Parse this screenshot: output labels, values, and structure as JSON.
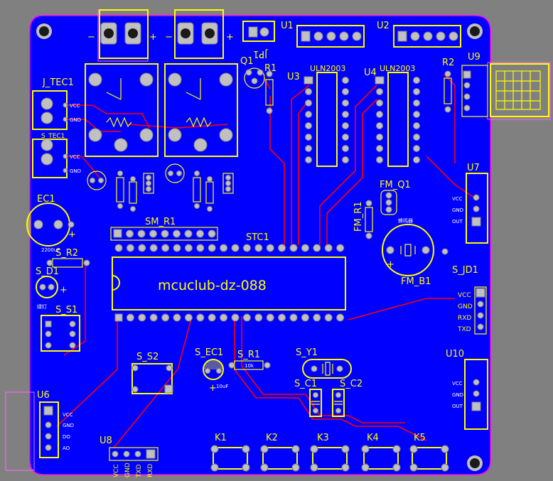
{
  "board": {
    "title": "mcuclub-dz-088",
    "colors": {
      "background": "#808080",
      "board_copper": "#0000ff",
      "silkscreen": "#ffff00",
      "trace": "#ff0000",
      "outline": "#ff00ff",
      "pad": "#c0c0c0"
    }
  },
  "labels": {
    "j_tec1": "J_TEC1",
    "s_tec1": "S_TEC1",
    "ec1": "EC1",
    "ec1_value": "2200uF",
    "s_r2": "S_R2",
    "s_d1": "S_D1",
    "s_d1_note": "绿灯",
    "s_s1": "S_S1",
    "u6": "U6",
    "u8": "U8",
    "u8_pins": [
      "VCC",
      "GND",
      "TXD",
      "RXD"
    ],
    "u6_pins": [
      "VCC",
      "GND",
      "DO",
      "AO"
    ],
    "sm_r1": "SM_R1",
    "stc1": "STC1",
    "q1": "Q1",
    "r1": "R1",
    "u1": "U1",
    "u2": "U2",
    "u3": "U3",
    "u4": "U4",
    "uln_a": "ULN2003",
    "uln_b": "ULN2003",
    "jp1": "JP1",
    "r2": "R2",
    "u9": "U9",
    "u7": "U7",
    "u7_pins": [
      "VCC",
      "GND",
      "OUT"
    ],
    "fm_q1": "FM_Q1",
    "fm_r1": "FM_R1",
    "fm_b1": "FM_B1",
    "fm_b1_note": "蜂鸣器",
    "s_jd1": "S_JD1",
    "s_jd1_pins": [
      "VCC",
      "GND",
      "RXD",
      "TXD"
    ],
    "s_s2": "S_S2",
    "s_ec1": "S_EC1",
    "s_ec1_value": "10uF",
    "s_r1": "S_R1",
    "s_r1_value": "10k",
    "s_y1": "S_Y1",
    "s_c1": "S_C1",
    "s_c2": "S_C2",
    "u10": "U10",
    "u10_pins": [
      "VCC",
      "GND",
      "OUT"
    ],
    "k1": "K1",
    "k2": "K2",
    "k3": "K3",
    "k4": "K4",
    "k5": "K5",
    "plus": "+",
    "minus": "−"
  }
}
